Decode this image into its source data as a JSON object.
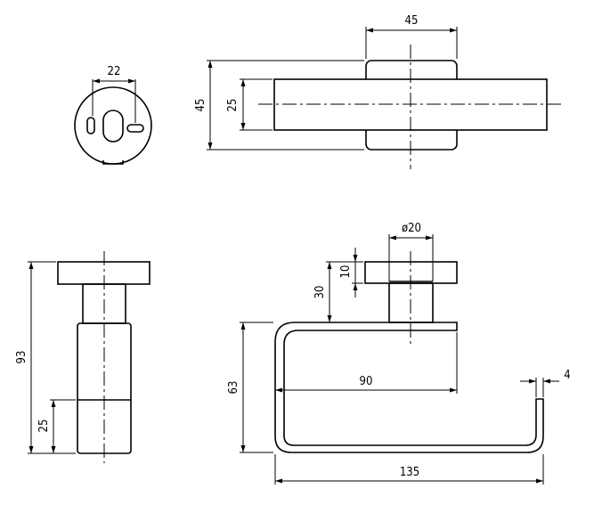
{
  "views": {
    "rosette": {
      "dimensions": {
        "width": "22"
      }
    },
    "top": {
      "dimensions": {
        "width": "45",
        "height_outer": "45",
        "height_bar": "25"
      }
    },
    "side": {
      "dimensions": {
        "height_total": "93",
        "height_base": "25"
      }
    },
    "front": {
      "dimensions": {
        "diameter": "ø20",
        "height_flange": "10",
        "height_post": "30",
        "height_total": "63",
        "length_inner": "90",
        "thickness": "4",
        "length_total": "135"
      }
    }
  }
}
